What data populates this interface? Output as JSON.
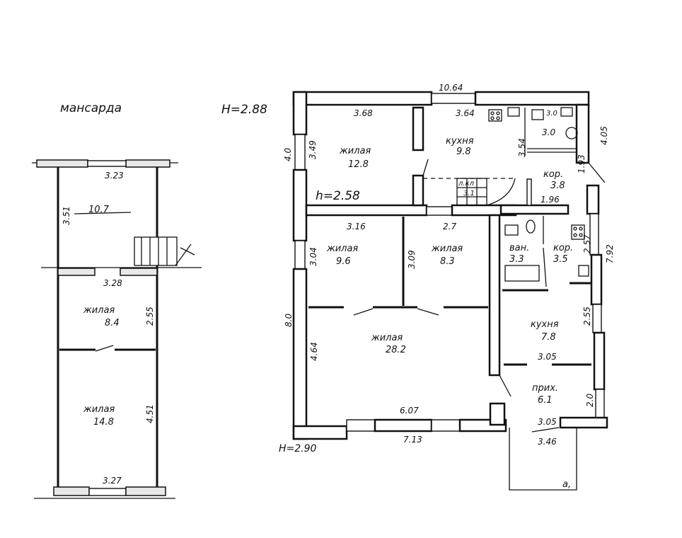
{
  "attic": {
    "title": "мансарда",
    "dims": {
      "top": "3.23",
      "left_upper": "3.51",
      "middle": "3.28",
      "right_mid": "2.55",
      "right_low": "4.51",
      "bottom": "3.27"
    },
    "rooms": [
      {
        "name": "",
        "area": "10.7"
      },
      {
        "name": "жилая",
        "area": "8.4"
      },
      {
        "name": "жилая",
        "area": "14.8"
      }
    ]
  },
  "main": {
    "height_top": "H=2.88",
    "height_bottom": "H=2.90",
    "height_inner": "h=2.58",
    "dims": {
      "overall_top": "10.64",
      "r1_top": "3.68",
      "kitchen_top": "3.64",
      "wc_top": "3.0",
      "right_top": "4.05",
      "left_top_outer": "4.0",
      "r1_left": "3.49",
      "kitchen_right": "3.54",
      "corr_side": "1.93",
      "corr_bottom": "1.96",
      "r2_top": "3.16",
      "r3_top": "2.7",
      "r2_left": "3.04",
      "r3_left": "3.09",
      "corr2_side": "2.57",
      "right_mid": "7.92",
      "left_outer": "8.0",
      "big_left": "4.64",
      "kitchen2_side": "2.55",
      "kitchen2_bottom": "3.05",
      "hall_side": "2.0",
      "big_bottom": "6.07",
      "overall_bottom": "7.13",
      "hall_bottom": "3.05",
      "porch": "3.46",
      "porch_label": "а,"
    },
    "rooms": [
      {
        "name": "жилая",
        "area": "12.8"
      },
      {
        "name": "кухня",
        "area": "9.8"
      },
      {
        "name": "л.кл",
        "area": "3.1"
      },
      {
        "name": "",
        "area": "3.0"
      },
      {
        "name": "кор.",
        "area": "3.8"
      },
      {
        "name": "жилая",
        "area": "9.6"
      },
      {
        "name": "жилая",
        "area": "8.3"
      },
      {
        "name": "ван.",
        "area": "3.3"
      },
      {
        "name": "кор.",
        "area": "3.5"
      },
      {
        "name": "жилая",
        "area": "28.2"
      },
      {
        "name": "кухня",
        "area": "7.8"
      },
      {
        "name": "прих.",
        "area": "6.1"
      }
    ]
  }
}
